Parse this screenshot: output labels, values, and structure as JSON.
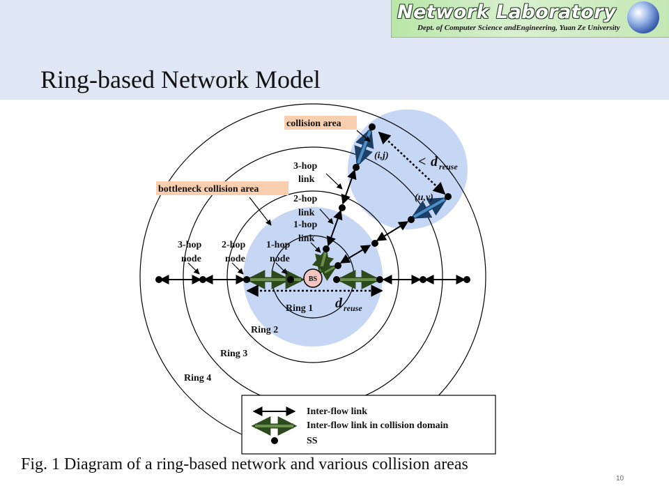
{
  "header": {
    "logo_title": "Network Laboratory",
    "logo_subtitle": "Dept. of Computer Science andEngineering, Yuan Ze University"
  },
  "title": "Ring-based Network Model",
  "diagram": {
    "labels": {
      "collision_area": "collision area",
      "bottleneck_collision_area": "bottleneck collision area",
      "hop3_link_a": "3-hop",
      "hop3_link_b": "link",
      "hop2_link_a": "2-hop",
      "hop2_link_b": "link",
      "hop1_link_a": "1-hop",
      "hop1_link_b": "link",
      "hop3_node_a": "3-hop",
      "hop3_node_b": "node",
      "hop2_node_a": "2-hop",
      "hop2_node_b": "node",
      "hop1_node_a": "1-hop",
      "hop1_node_b": "node",
      "bs": "BS",
      "ij": "(i,j)",
      "uv": "(u,v)",
      "less_than": "<",
      "d": "d",
      "reuse": "reuse",
      "ring1": "Ring 1",
      "ring2": "Ring 2",
      "ring3": "Ring 3",
      "ring4": "Ring 4"
    },
    "legend": {
      "inter_flow_link": "Inter-flow link",
      "inter_flow_collision": "Inter-flow link in collision domain",
      "ss": "SS"
    },
    "colors": {
      "collision_fill": "#c6d6f5",
      "label_highlight": "#f9cfb0",
      "collision_link": "#6a8f4c",
      "collision_link_dark": "#2c4a1c",
      "vertical_link": "#4a8fc8",
      "bs_fill": "#f3c4c0"
    }
  },
  "caption": "Fig. 1   Diagram of a ring-based network and various collision areas",
  "slide_number": "10"
}
